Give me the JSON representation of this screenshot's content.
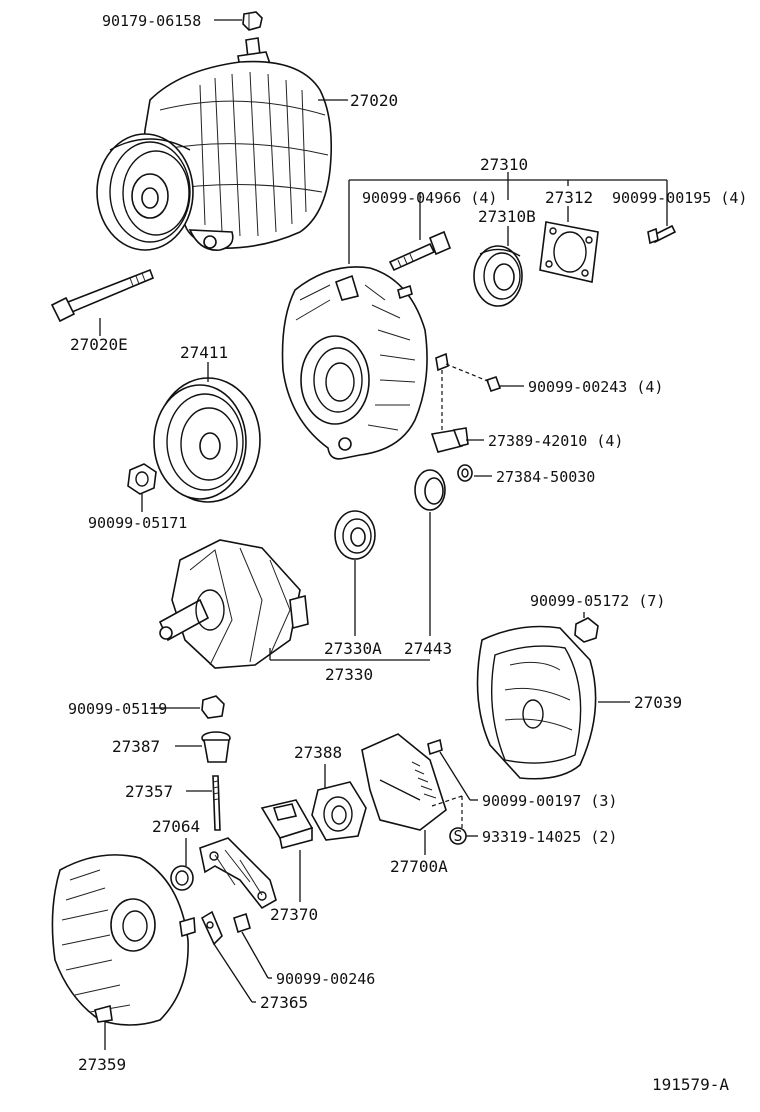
{
  "diagram_id": "191579-A",
  "labels": [
    {
      "id": "p1",
      "text": "90179-06158"
    },
    {
      "id": "p2",
      "text": "27020"
    },
    {
      "id": "p3",
      "text": "27310"
    },
    {
      "id": "p4",
      "text": "90099-04966 (4)"
    },
    {
      "id": "p5",
      "text": "27312"
    },
    {
      "id": "p6",
      "text": "90099-00195 (4)"
    },
    {
      "id": "p7",
      "text": "27310B"
    },
    {
      "id": "p8",
      "text": "27020E"
    },
    {
      "id": "p9",
      "text": "27411"
    },
    {
      "id": "p10",
      "text": "90099-00243 (4)"
    },
    {
      "id": "p11",
      "text": "27389-42010 (4)"
    },
    {
      "id": "p12",
      "text": "27384-50030"
    },
    {
      "id": "p13",
      "text": "90099-05171"
    },
    {
      "id": "p14",
      "text": "90099-05172 (7)"
    },
    {
      "id": "p15",
      "text": "27330A"
    },
    {
      "id": "p16",
      "text": "27443"
    },
    {
      "id": "p17",
      "text": "27330"
    },
    {
      "id": "p18",
      "text": "27039"
    },
    {
      "id": "p19",
      "text": "90099-05119"
    },
    {
      "id": "p20",
      "text": "27387"
    },
    {
      "id": "p21",
      "text": "27388"
    },
    {
      "id": "p22",
      "text": "27357"
    },
    {
      "id": "p23",
      "text": "90099-00197 (3)"
    },
    {
      "id": "p24",
      "text": "27064"
    },
    {
      "id": "p25",
      "text": "93319-14025 (2)"
    },
    {
      "id": "p26",
      "text": "27700A"
    },
    {
      "id": "p27",
      "text": "27370"
    },
    {
      "id": "p28",
      "text": "90099-00246"
    },
    {
      "id": "p29",
      "text": "27365"
    },
    {
      "id": "p30",
      "text": "27359"
    }
  ],
  "symbols": {
    "s_marker": "S"
  }
}
